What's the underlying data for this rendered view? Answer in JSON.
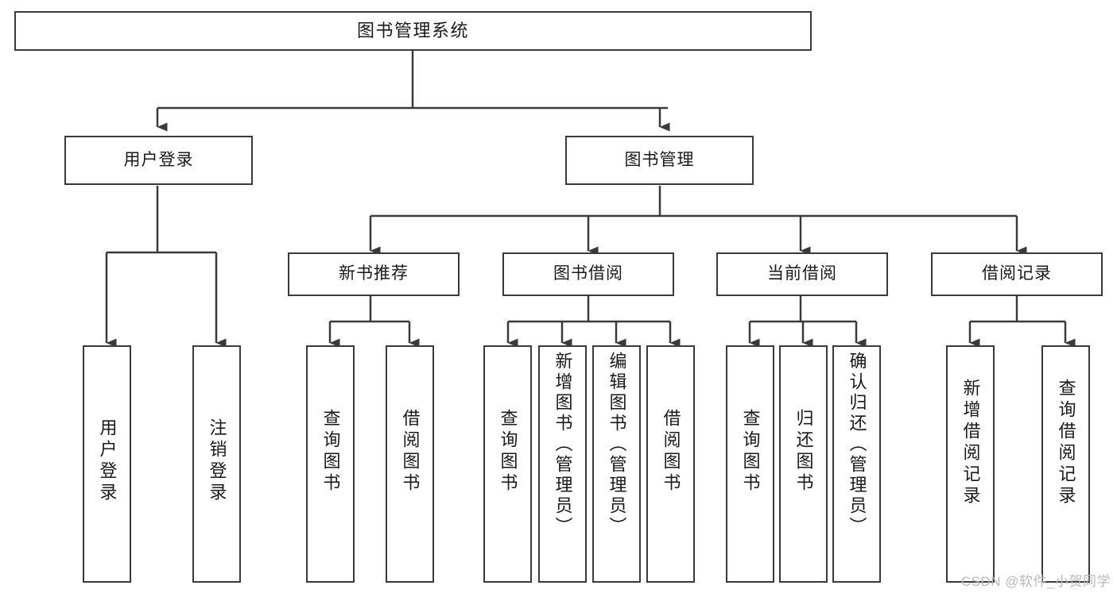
{
  "diagram": {
    "title": "图书管理系统",
    "type": "functional-structure-tree",
    "levels": 4
  },
  "root": {
    "id": "root",
    "label": "图书管理系统"
  },
  "level2": [
    {
      "id": "user-login",
      "label": "用户登录"
    },
    {
      "id": "book-management",
      "label": "图书管理"
    }
  ],
  "level3": [
    {
      "id": "new-book-recommend",
      "label": "新书推荐",
      "parent": "book-management"
    },
    {
      "id": "book-borrow",
      "label": "图书借阅",
      "parent": "book-management"
    },
    {
      "id": "current-borrow",
      "label": "当前借阅",
      "parent": "book-management"
    },
    {
      "id": "borrow-record",
      "label": "借阅记录",
      "parent": "book-management"
    }
  ],
  "leaves": {
    "user_login": [
      {
        "id": "leaf-user-login",
        "label": "用户登录"
      },
      {
        "id": "leaf-user-logout",
        "label": "注销登录"
      }
    ],
    "new_book_recommend": [
      {
        "id": "leaf-query-book-1",
        "label": "查询图书"
      },
      {
        "id": "leaf-borrow-book-1",
        "label": "借阅图书"
      }
    ],
    "book_borrow": [
      {
        "id": "leaf-query-book-2",
        "label": "查询图书"
      },
      {
        "id": "leaf-add-book",
        "label": "新增图书（管理员）"
      },
      {
        "id": "leaf-edit-book",
        "label": "编辑图书（管理员）"
      },
      {
        "id": "leaf-borrow-book-2",
        "label": "借阅图书"
      }
    ],
    "current_borrow": [
      {
        "id": "leaf-query-book-3",
        "label": "查询图书"
      },
      {
        "id": "leaf-return-book",
        "label": "归还图书"
      },
      {
        "id": "leaf-confirm-return",
        "label": "确认归还（管理员）"
      }
    ],
    "borrow_record": [
      {
        "id": "leaf-add-record",
        "label": "新增借阅记录"
      },
      {
        "id": "leaf-query-record",
        "label": "查询借阅记录"
      }
    ]
  },
  "watermark": {
    "text": "CSDN @软件_小贺同学"
  },
  "colors": {
    "stroke": "#3a3a3a",
    "fill": "#ffffff",
    "text": "#1a1a1a",
    "watermark": "#b9b9b9"
  }
}
